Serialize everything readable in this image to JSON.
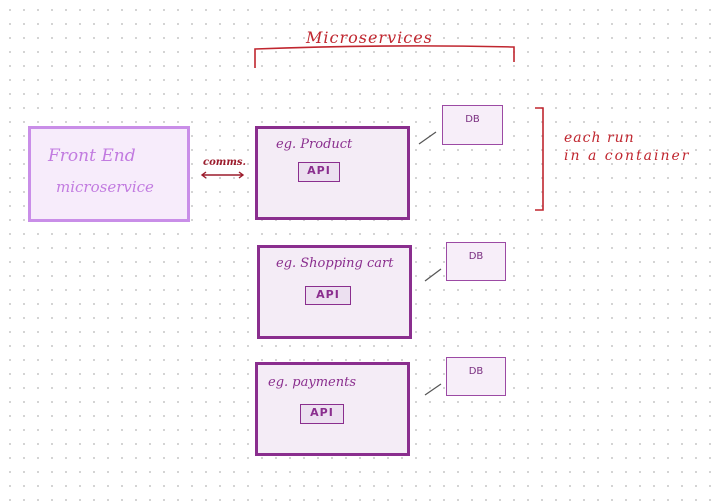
{
  "title": "Microservices",
  "frontend": {
    "line1": "Front End",
    "line2": "microservice"
  },
  "connector_label": "comms.",
  "services": [
    {
      "label": "eg. Product",
      "api": "API",
      "db": "DB"
    },
    {
      "label": "eg. Shopping cart",
      "api": "API",
      "db": "DB"
    },
    {
      "label": "eg. payments",
      "api": "API",
      "db": "DB"
    }
  ],
  "note": {
    "line1": "each run",
    "line2": "in a container"
  },
  "colors": {
    "frontend": "#c98ee8",
    "service": "#8a2e8e",
    "annotation": "#c0262f"
  }
}
